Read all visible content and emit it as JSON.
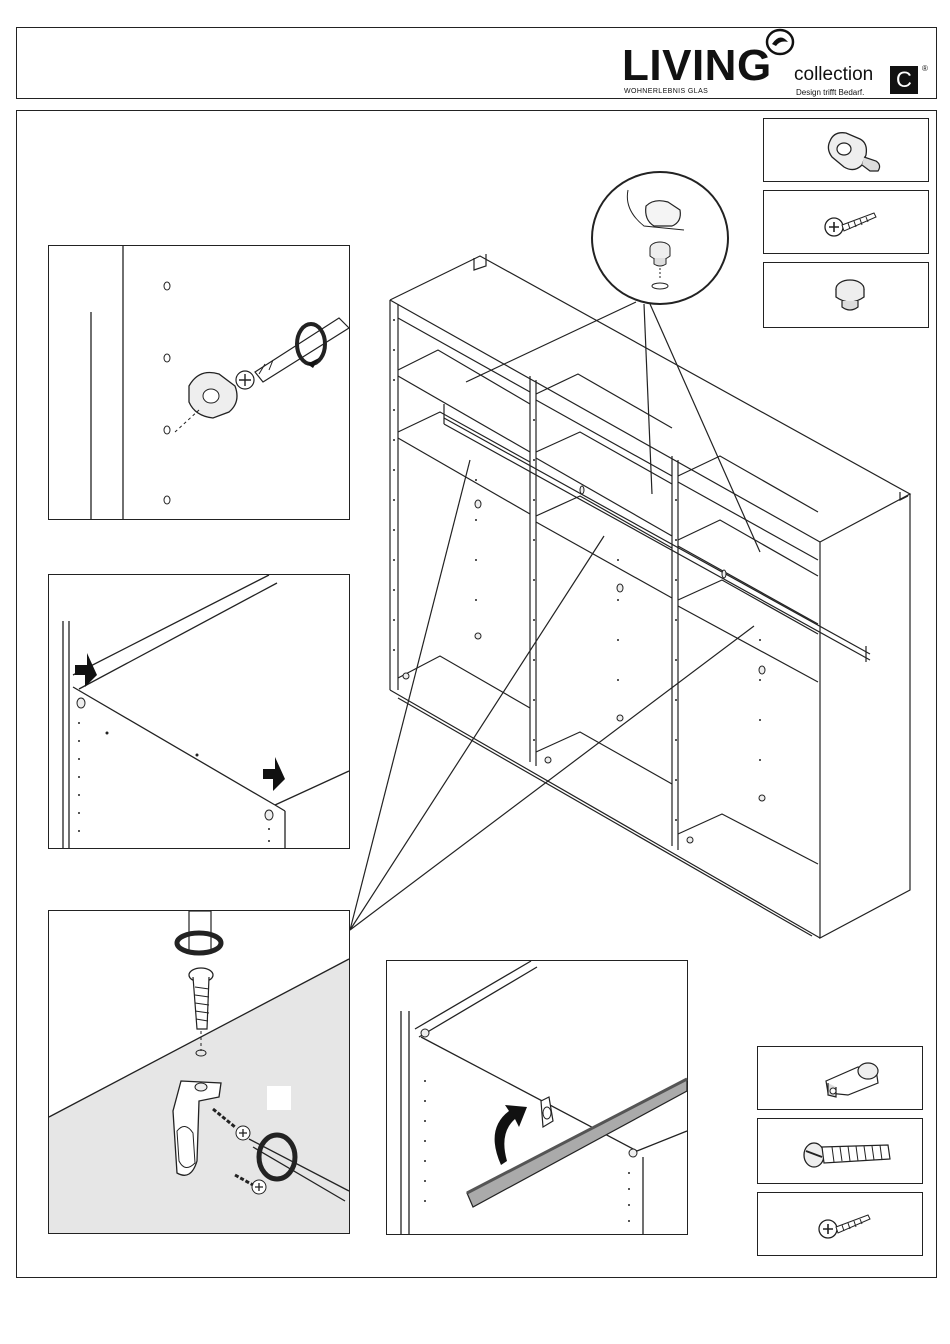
{
  "header": {
    "brand_name": "LIVING",
    "brand_tagline": "WOHNERLEBNIS GLAS",
    "sub_brand": "collection",
    "sub_brand_letter": "C",
    "slogan": "Design trifft Bedarf.",
    "registered_mark": "®"
  },
  "parts": [
    {
      "icon": "cam-fitting-icon"
    },
    {
      "icon": "wood-screw-icon"
    },
    {
      "icon": "shelf-pin-icon"
    },
    {
      "icon": "rail-bracket-icon"
    },
    {
      "icon": "machine-screw-icon"
    },
    {
      "icon": "wood-screw-icon"
    }
  ]
}
